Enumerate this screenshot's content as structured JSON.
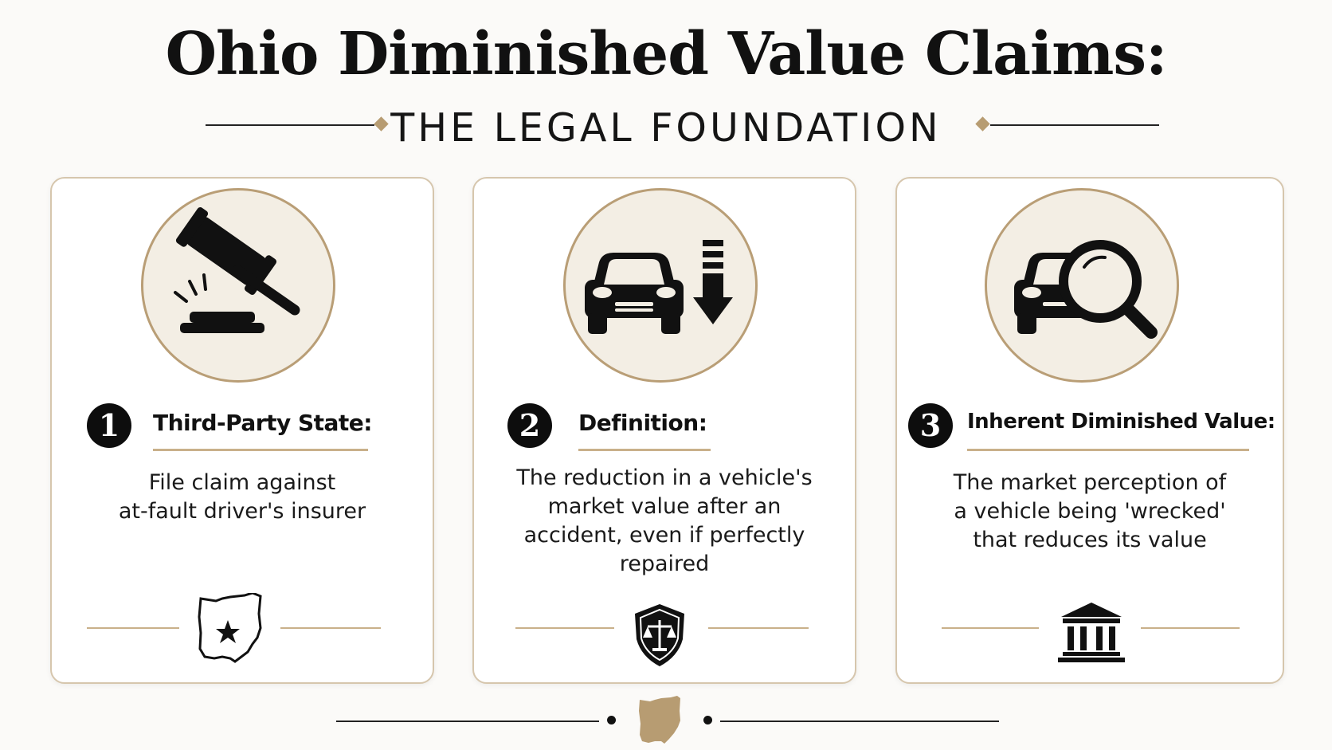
{
  "header": {
    "title": "Ohio Diminished Value Claims:",
    "subtitle": "THE LEGAL FOUNDATION"
  },
  "colors": {
    "accent_gold": "#b79c72",
    "card_border": "#d6c6ad",
    "icon_circle_fill": "#f3eee4",
    "ink": "#111111"
  },
  "cards": [
    {
      "number": "1",
      "heading": "Third-Party State:",
      "body": [
        "File claim against",
        "at-fault driver's insurer"
      ],
      "main_icon": "gavel-icon",
      "footer_icon": "ohio-state-star-icon"
    },
    {
      "number": "2",
      "heading": "Definition:",
      "body": [
        "The reduction in a vehicle's",
        "market value after an",
        "accident, even if perfectly",
        "repaired"
      ],
      "main_icon": "car-value-down-icon",
      "footer_icon": "shield-scales-icon"
    },
    {
      "number": "3",
      "heading": "Inherent Diminished Value:",
      "body": [
        "The market perception of",
        "a vehicle being 'wrecked'",
        "that reduces its value"
      ],
      "main_icon": "car-magnifier-icon",
      "footer_icon": "courthouse-icon"
    }
  ],
  "footer": {
    "icon": "ohio-map-icon"
  }
}
